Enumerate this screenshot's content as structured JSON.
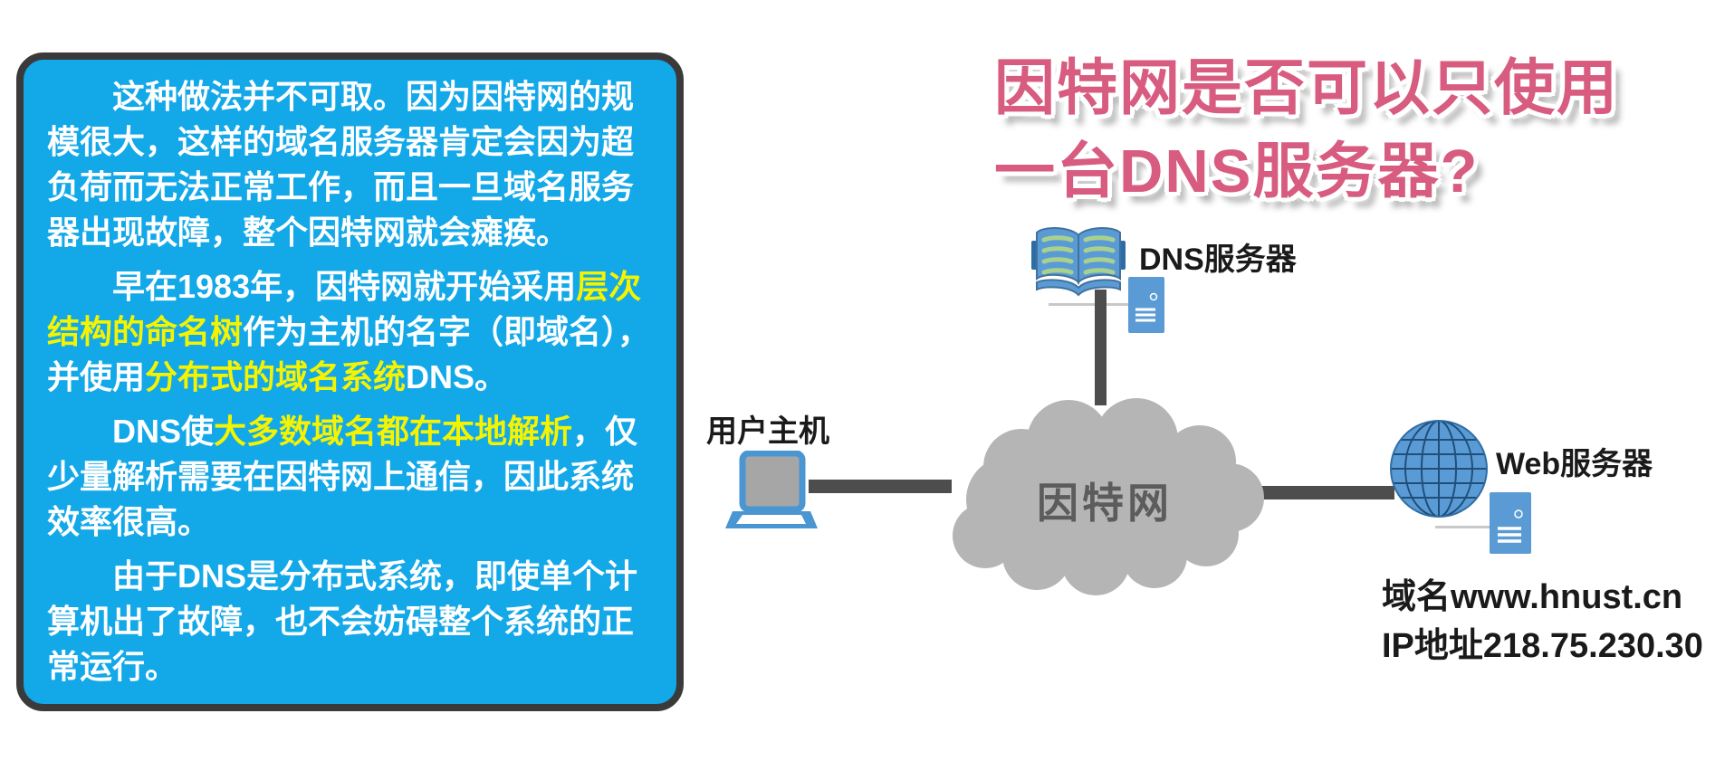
{
  "panel": {
    "paragraphs": [
      {
        "segments": [
          {
            "text": "这种做法并不可取。因为因特网的规模很大，这样的域名服务器肯定会因为超负荷而无法正常工作，而且一旦域名服务器出现故障，整个因特网就会瘫痪。",
            "highlight": false
          }
        ]
      },
      {
        "segments": [
          {
            "text": "早在1983年，因特网就开始采用",
            "highlight": false
          },
          {
            "text": "层次结构的命名树",
            "highlight": true
          },
          {
            "text": "作为主机的名字（即域名），并使用",
            "highlight": false
          },
          {
            "text": "分布式的域名系统",
            "highlight": true
          },
          {
            "text": "DNS。",
            "highlight": false
          }
        ]
      },
      {
        "segments": [
          {
            "text": "DNS使",
            "highlight": false
          },
          {
            "text": "大多数域名都在本地解析",
            "highlight": true
          },
          {
            "text": "，仅少量解析需要在因特网上通信，因此系统效率很高。",
            "highlight": false
          }
        ]
      },
      {
        "segments": [
          {
            "text": "由于DNS是分布式系统，即使单个计算机出了故障，也不会妨碍整个系统的正常运行。",
            "highlight": false
          }
        ]
      }
    ]
  },
  "title": {
    "line1": "因特网是否可以只使用",
    "line2": "一台DNS服务器?"
  },
  "diagram": {
    "dns_server_label": "DNS服务器",
    "user_host_label": "用户主机",
    "web_server_label": "Web服务器",
    "internet_label": "因特网",
    "domain_line": "域名www.hnust.cn",
    "ip_line": "IP地址218.75.230.30"
  },
  "icons": [
    {
      "name": "open-book-icon",
      "meaning": "DNS server directory book"
    },
    {
      "name": "server-tower-icon",
      "meaning": "server machine"
    },
    {
      "name": "laptop-icon",
      "meaning": "user host computer"
    },
    {
      "name": "globe-icon",
      "meaning": "web server globe"
    },
    {
      "name": "cloud-icon",
      "meaning": "internet cloud"
    }
  ],
  "colors": {
    "panel_fill": "#13a8e8",
    "panel_border": "#3a3a3a",
    "panel_text": "#ffffff",
    "highlight_text": "#f4f400",
    "title_pink": "#d75c7f",
    "cloud_gray": "#b5b5b5",
    "cloud_text": "#5c5c5c",
    "connector_gray": "#4d4d4d",
    "icon_blue": "#5b9bd5",
    "label_black": "#1a1a1a"
  }
}
